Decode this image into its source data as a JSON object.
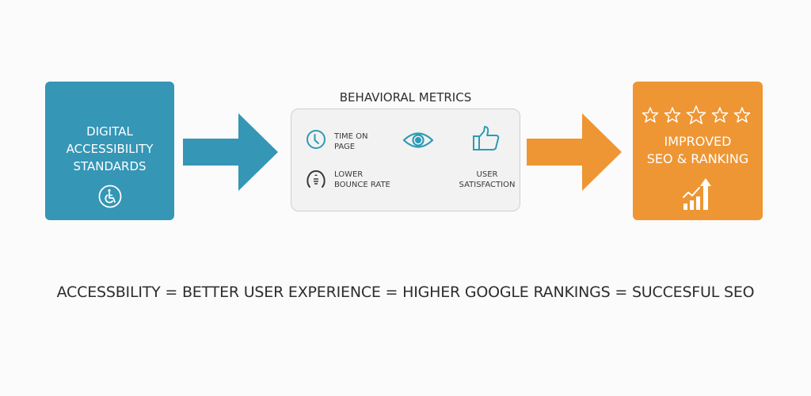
{
  "left_box": {
    "title_lines": [
      "DIGITAL",
      "ACCESSIBILITY",
      "STANDARDS"
    ],
    "icon": "wheelchair-icon",
    "color": "#3596b6"
  },
  "metrics": {
    "heading": "BEHAVIORAL METRICS",
    "items": [
      {
        "icon": "clock-icon",
        "label_lines": [
          "TIME ON",
          "PAGE"
        ]
      },
      {
        "icon": "eye-icon"
      },
      {
        "icon": "thumbs-up-icon",
        "label_lines": [
          "USER",
          "SATISFACTION"
        ]
      },
      {
        "icon": "bounce-icon",
        "label_lines": [
          "LOWER",
          "BOUNCE RATE"
        ]
      }
    ],
    "accent": "#2e9bb5"
  },
  "right_box": {
    "stars": 5,
    "title_lines": [
      "IMPROVED",
      "SEO & RANKING"
    ],
    "icon": "growth-chart-icon",
    "color": "#ee9634"
  },
  "arrows": {
    "first_color": "#3596b6",
    "second_color": "#ee9634"
  },
  "equation": "ACCESSBILITY = BETTER USER EXPERIENCE = HIGHER GOOGLE RANKINGS = SUCCESFUL SEO"
}
